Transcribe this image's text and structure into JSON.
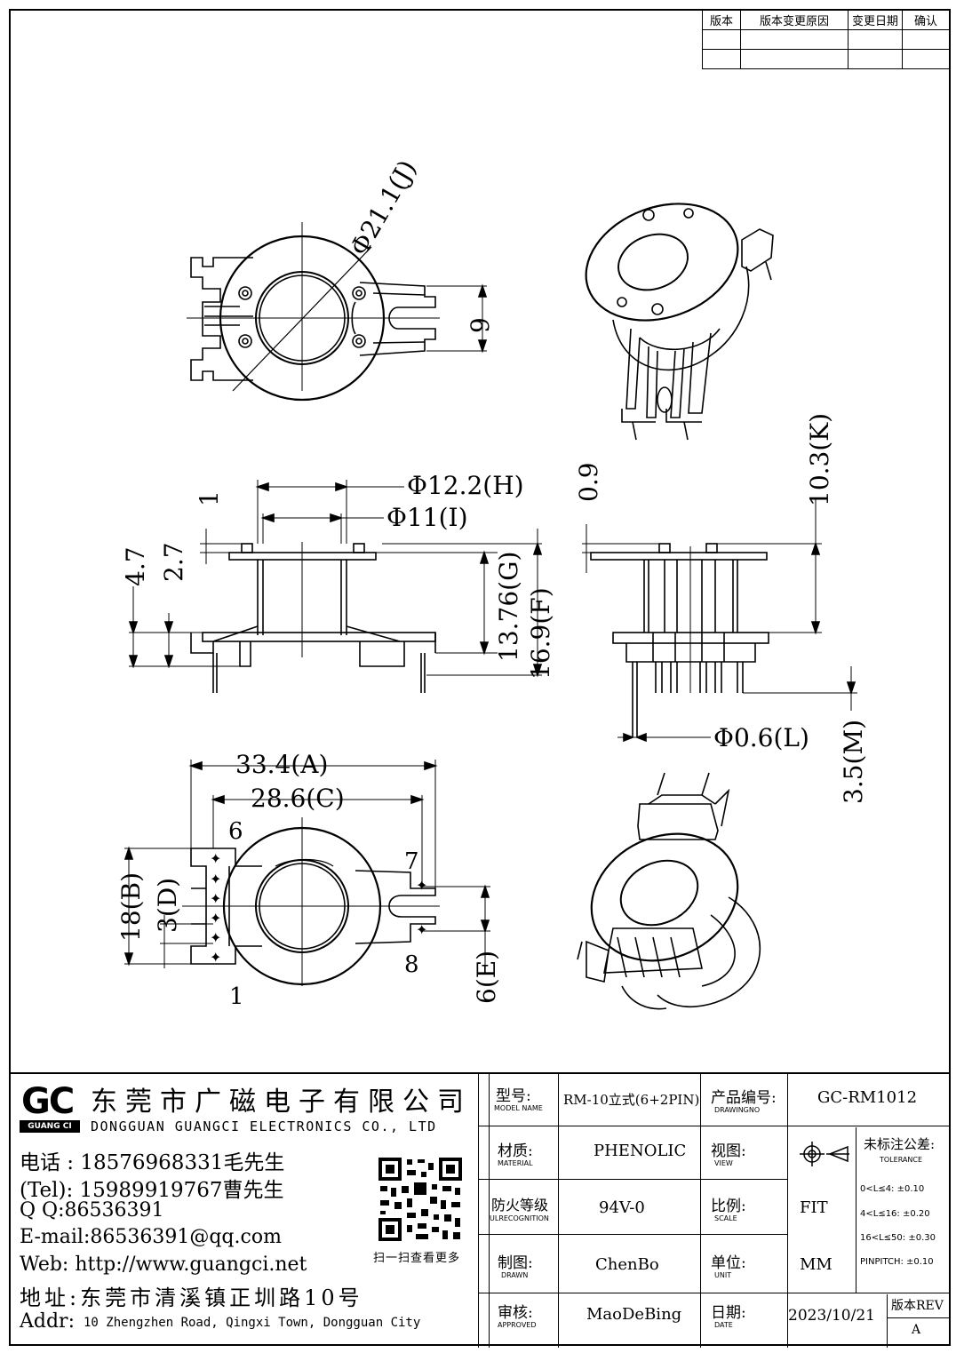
{
  "revision_table": {
    "headers": [
      "版本",
      "版本变更原因",
      "变更日期",
      "确认"
    ]
  },
  "dimensions": {
    "J": "Φ21.1(J)",
    "nine": "9",
    "H": "Φ12.2(H)",
    "I": "Φ11(I)",
    "one": "1",
    "four_seven": "4.7",
    "two_seven": "2.7",
    "G": "13.76(G)",
    "F": "16.9(F)",
    "zero_nine": "0.9",
    "K": "10.3(K)",
    "L": "Φ0.6(L)",
    "M": "3.5(M)",
    "A": "33.4(A)",
    "C": "28.6(C)",
    "B": "18(B)",
    "D": "3(D)",
    "E": "6(E)"
  },
  "pins": {
    "p6": "6",
    "p7": "7",
    "p8": "8",
    "p1": "1"
  },
  "company": {
    "logo_letters": "GC",
    "logo_text": "GUANG CI",
    "name_cn": "东莞市广磁电子有限公司",
    "name_en": "DONGGUAN GUANGCI ELECTRONICS CO., LTD",
    "phone1": "电话 : 18576968331毛先生",
    "phone2": "(Tel): 15989919767曹先生",
    "qq": "Q Q:86536391",
    "email": "E-mail:86536391@qq.com",
    "web": "Web: http://www.guangci.net",
    "address_cn": "地址:东莞市清溪镇正圳路10号",
    "address_en_label": "Addr:",
    "address_en": "10 Zhengzhen Road, Qingxi Town, Dongguan City",
    "qr_caption": "扫一扫查看更多"
  },
  "title_block": {
    "model_label": "型号:",
    "model_label_en": "MODEL NAME",
    "model_value": "RM-10立式(6+2PIN)",
    "drawing_label": "产品编号:",
    "drawing_label_en": "DRAWINGNO",
    "drawing_value": "GC-RM1012",
    "material_label": "材质:",
    "material_label_en": "MATERIAL",
    "material_value": "PHENOLIC",
    "view_label": "视图:",
    "view_label_en": "VIEW",
    "tolerance_label": "未标注公差:",
    "tolerance_label_en": "TOLERANCE",
    "tolerances": [
      "0<L≤4: ±0.10",
      "4<L≤16: ±0.20",
      "16<L≤50: ±0.30",
      "PINPITCH: ±0.10"
    ],
    "flame_label": "防火等级",
    "flame_label_en": "ULRECOGNITION",
    "flame_value": "94V-0",
    "scale_label": "比例:",
    "scale_label_en": "SCALE",
    "scale_value": "FIT",
    "drawn_label": "制图:",
    "drawn_label_en": "DRAWN",
    "drawn_value": "ChenBo",
    "unit_label": "单位:",
    "unit_label_en": "UNIT",
    "unit_value": "MM",
    "approved_label": "审核:",
    "approved_label_en": "APPROVED",
    "approved_value": "MaoDeBing",
    "date_label": "日期:",
    "date_label_en": "DATE",
    "date_value": "2023/10/21",
    "rev_label": "版本REV",
    "rev_value": "A"
  }
}
